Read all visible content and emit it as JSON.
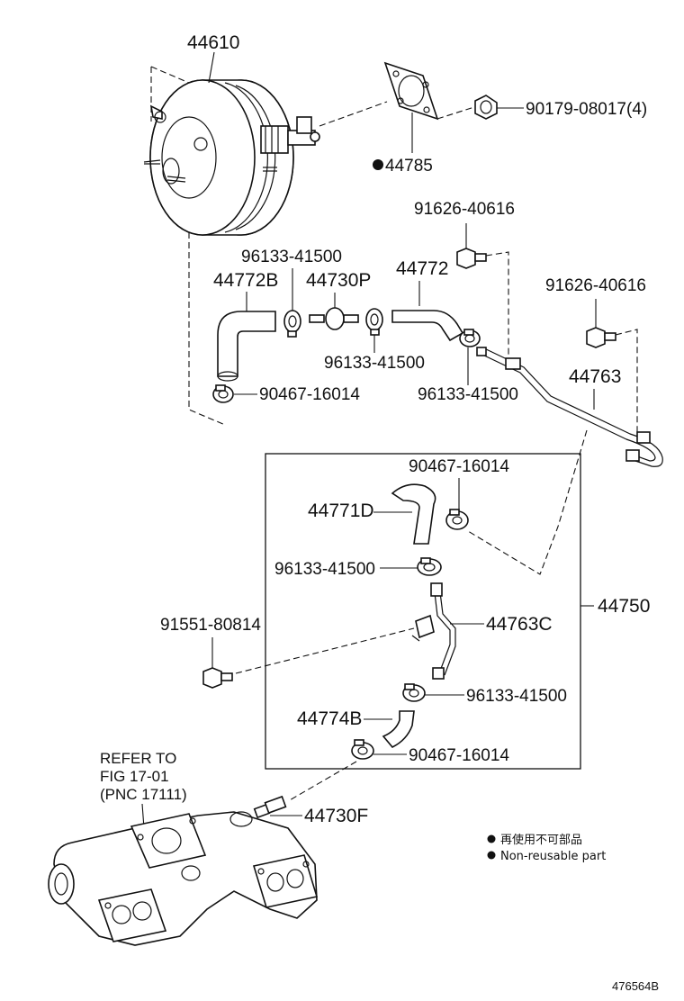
{
  "labels": {
    "booster": "44610",
    "gasket": "44785",
    "nut": "90179-08017(4)",
    "bolt_top": "91626-40616",
    "bolt_right": "91626-40616",
    "clamp_a": "96133-41500",
    "clamp_b": "96133-41500",
    "clamp_c": "96133-41500",
    "clamp_d": "96133-41500",
    "clamp_e": "96133-41500",
    "hose_b": "44772B",
    "check_valve_p": "44730P",
    "hose_772": "44772",
    "clip_a": "90467-16014",
    "clip_b": "90467-16014",
    "clip_c": "90467-16014",
    "pipe_763": "44763",
    "hose_771d": "44771D",
    "assy_750": "44750",
    "bolt_left": "91551-80814",
    "pipe_763c": "44763C",
    "hose_774b": "44774B",
    "union_730f": "44730F"
  },
  "refer": {
    "line1": "REFER TO",
    "line2": "FIG 17-01",
    "line3": "(PNC 17111)"
  },
  "legend": {
    "line1": "再使用不可部品",
    "line2": "Non-reusable part"
  },
  "diagram_code": "476564B"
}
